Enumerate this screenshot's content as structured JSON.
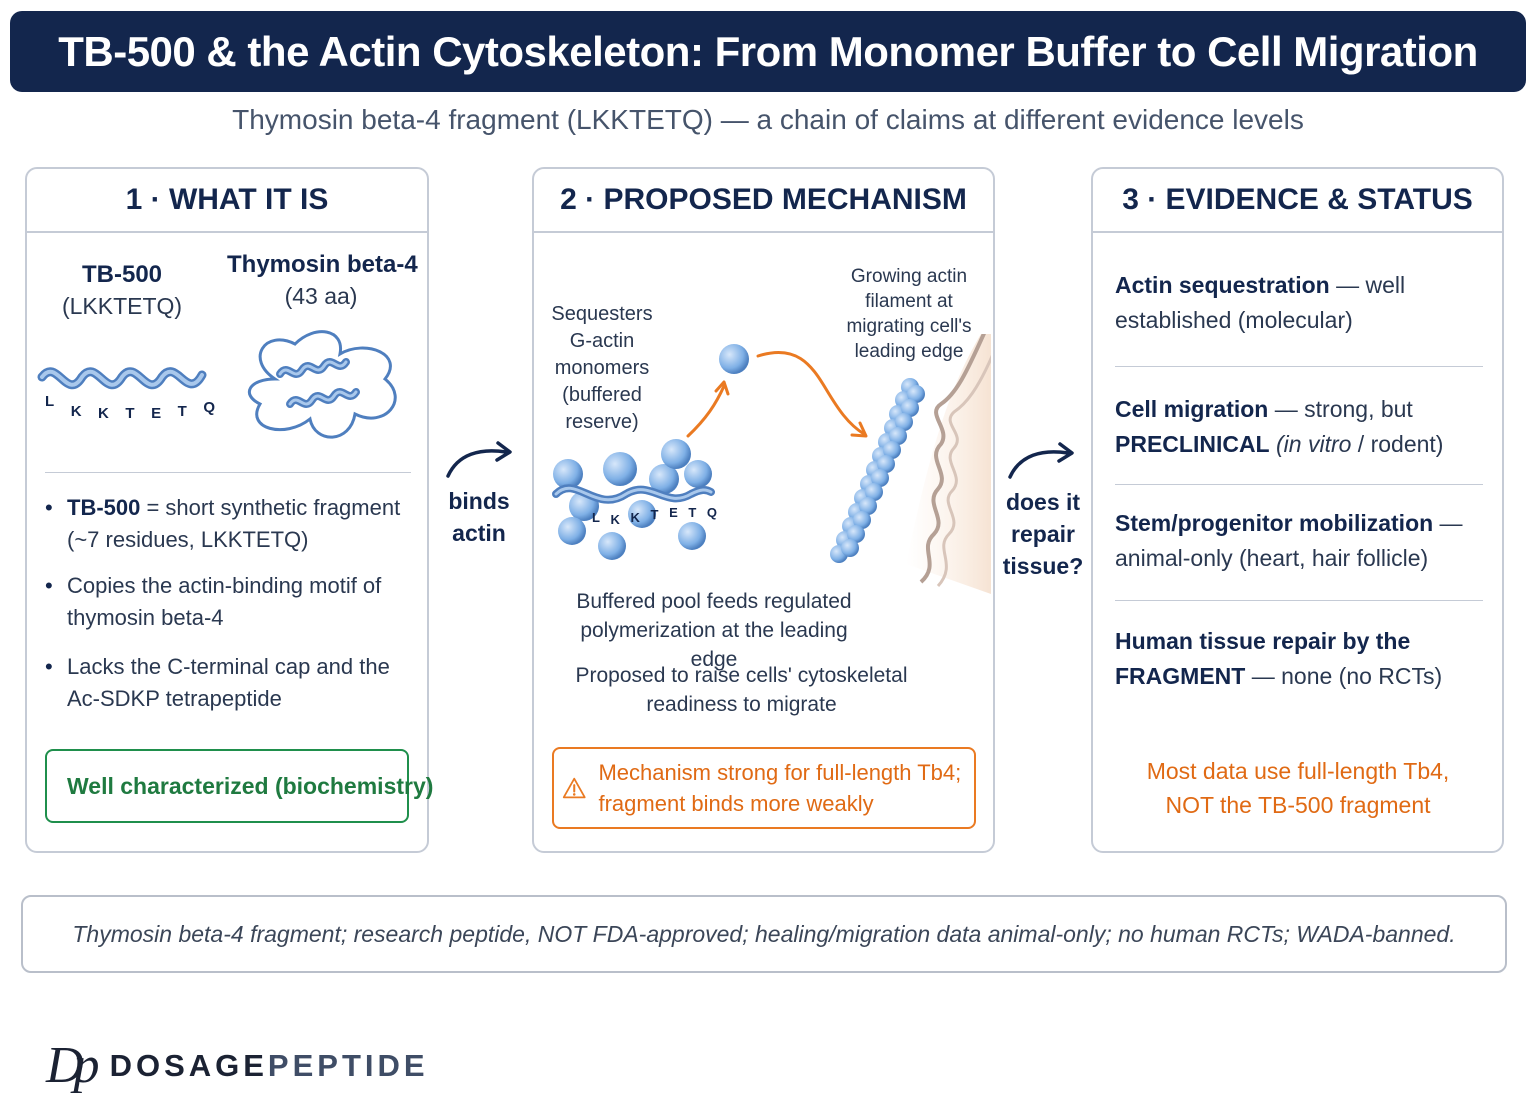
{
  "title": "TB-500 & the Actin Cytoskeleton: From Monomer Buffer to Cell Migration",
  "subtitle": "Thymosin beta-4 fragment (LKKTETQ) — a chain of claims at different evidence levels",
  "panel1": {
    "heading": "1 · WHAT IT IS",
    "tb500_name": "TB-500",
    "tb500_seq": "(LKKTETQ)",
    "tb4_name": "Thymosin beta-4",
    "tb4_len": "(43 aa)",
    "seq_letters": [
      "L",
      "K",
      "K",
      "T",
      "E",
      "T",
      "Q"
    ],
    "bullets": [
      {
        "bold": "TB-500",
        "text": " = short synthetic fragment (~7 residues, LKKTETQ)"
      },
      {
        "bold": "",
        "text": "Copies the actin-binding motif of thymosin beta-4"
      },
      {
        "bold": "",
        "text": "Lacks the C-terminal cap and the Ac-SDKP tetrapeptide"
      }
    ],
    "status": "Well characterized (biochemistry)"
  },
  "arrow1": "binds actin",
  "panel2": {
    "heading": "2 · PROPOSED MECHANISM",
    "sequesters": "Sequesters G-actin monomers (buffered reserve)",
    "growing": "Growing actin filament at migrating cell's leading edge",
    "seq_letters": [
      "L",
      "K",
      "K",
      "T",
      "E",
      "T",
      "Q"
    ],
    "pool": "Buffered pool feeds regulated polymerization at the leading edge",
    "proposed": "Proposed to raise cells' cytoskeletal readiness to migrate",
    "warning": "Mechanism strong for full-length Tb4; fragment binds more weakly"
  },
  "arrow2": "does it repair tissue?",
  "panel3": {
    "heading": "3 · EVIDENCE & STATUS",
    "items": [
      {
        "bold": "Actin sequestration",
        "text": " — well established (molecular)"
      },
      {
        "bold": "Cell migration",
        "text": " — strong, but"
      },
      {
        "bold": "Stem/progenitor mobilization",
        "text": " — animal-only (heart, hair follicle)"
      },
      {
        "bold": "Human tissue repair by the FRAGMENT",
        "text": " — none (no RCTs)"
      }
    ],
    "preclinical_bold": "PRECLINICAL",
    "preclinical_italic": "(in vitro",
    "preclinical_rest": " / rodent)",
    "note": "Most data use full-length Tb4, NOT the TB-500 fragment"
  },
  "footer": "Thymosin beta-4 fragment; research peptide, NOT FDA-approved; healing/migration data animal-only; no human RCTs; WADA-banned.",
  "brand": {
    "logo": "Dp",
    "word1": "DOSAGE",
    "word2": "PEPTIDE"
  },
  "colors": {
    "navy": "#13264d",
    "green": "#1f8f4c",
    "orange": "#ea7a22",
    "blue": "#6b9fd8"
  }
}
